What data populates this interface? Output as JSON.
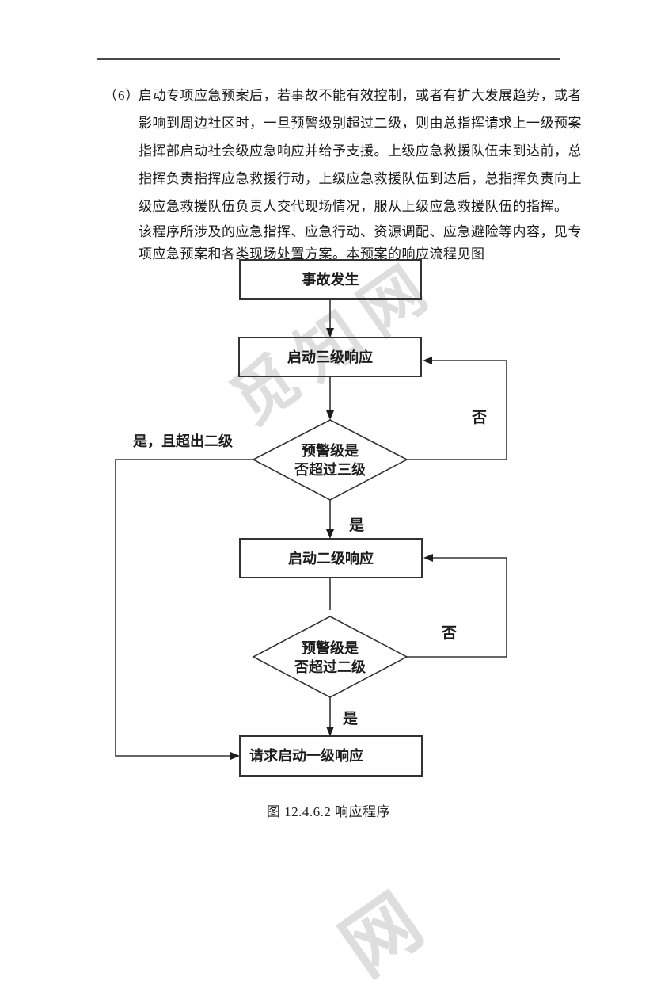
{
  "doc": {
    "marker": "（6）",
    "lines": [
      "启动专项应急预案后，若事故不能有效控制，或者有扩大发展趋势，或者",
      "影响到周边社区时，一旦预警级别超过二级，则由总指挥请求上一级预案",
      "指挥部启动社会级应急响应并给予支援。上级应急救援队伍未到达前，总",
      "指挥负责指挥应急救援行动，上级应急救援队伍到达后，总指挥负责向上",
      "级应急救援队伍负责人交代现场情况，服从上级应急救援队伍的指挥。",
      "该程序所涉及的应急指挥、应急行动、资源调配、应急避险等内容，见专",
      "项应急预案和各类现场处置方案。本预案的响应流程见图"
    ],
    "caption": "图 12.4.6.2 响应程序"
  },
  "flowchart": {
    "nodes": {
      "start": "事故发生",
      "level3": "启动三级响应",
      "decision3_line1": "预警级是",
      "decision3_line2": "否超过三级",
      "level2": "启动二级响应",
      "decision2_line1": "预警级是",
      "decision2_line2": "否超过二级",
      "level1": "请求启动一级响应"
    },
    "labels": {
      "yes1": "是",
      "no1": "否",
      "yes2": "是",
      "no2": "否",
      "yes_exceed": "是，且超出二级"
    },
    "line_color": "#333333"
  },
  "watermark": {
    "text": "觅知网",
    "fragment": "网"
  }
}
